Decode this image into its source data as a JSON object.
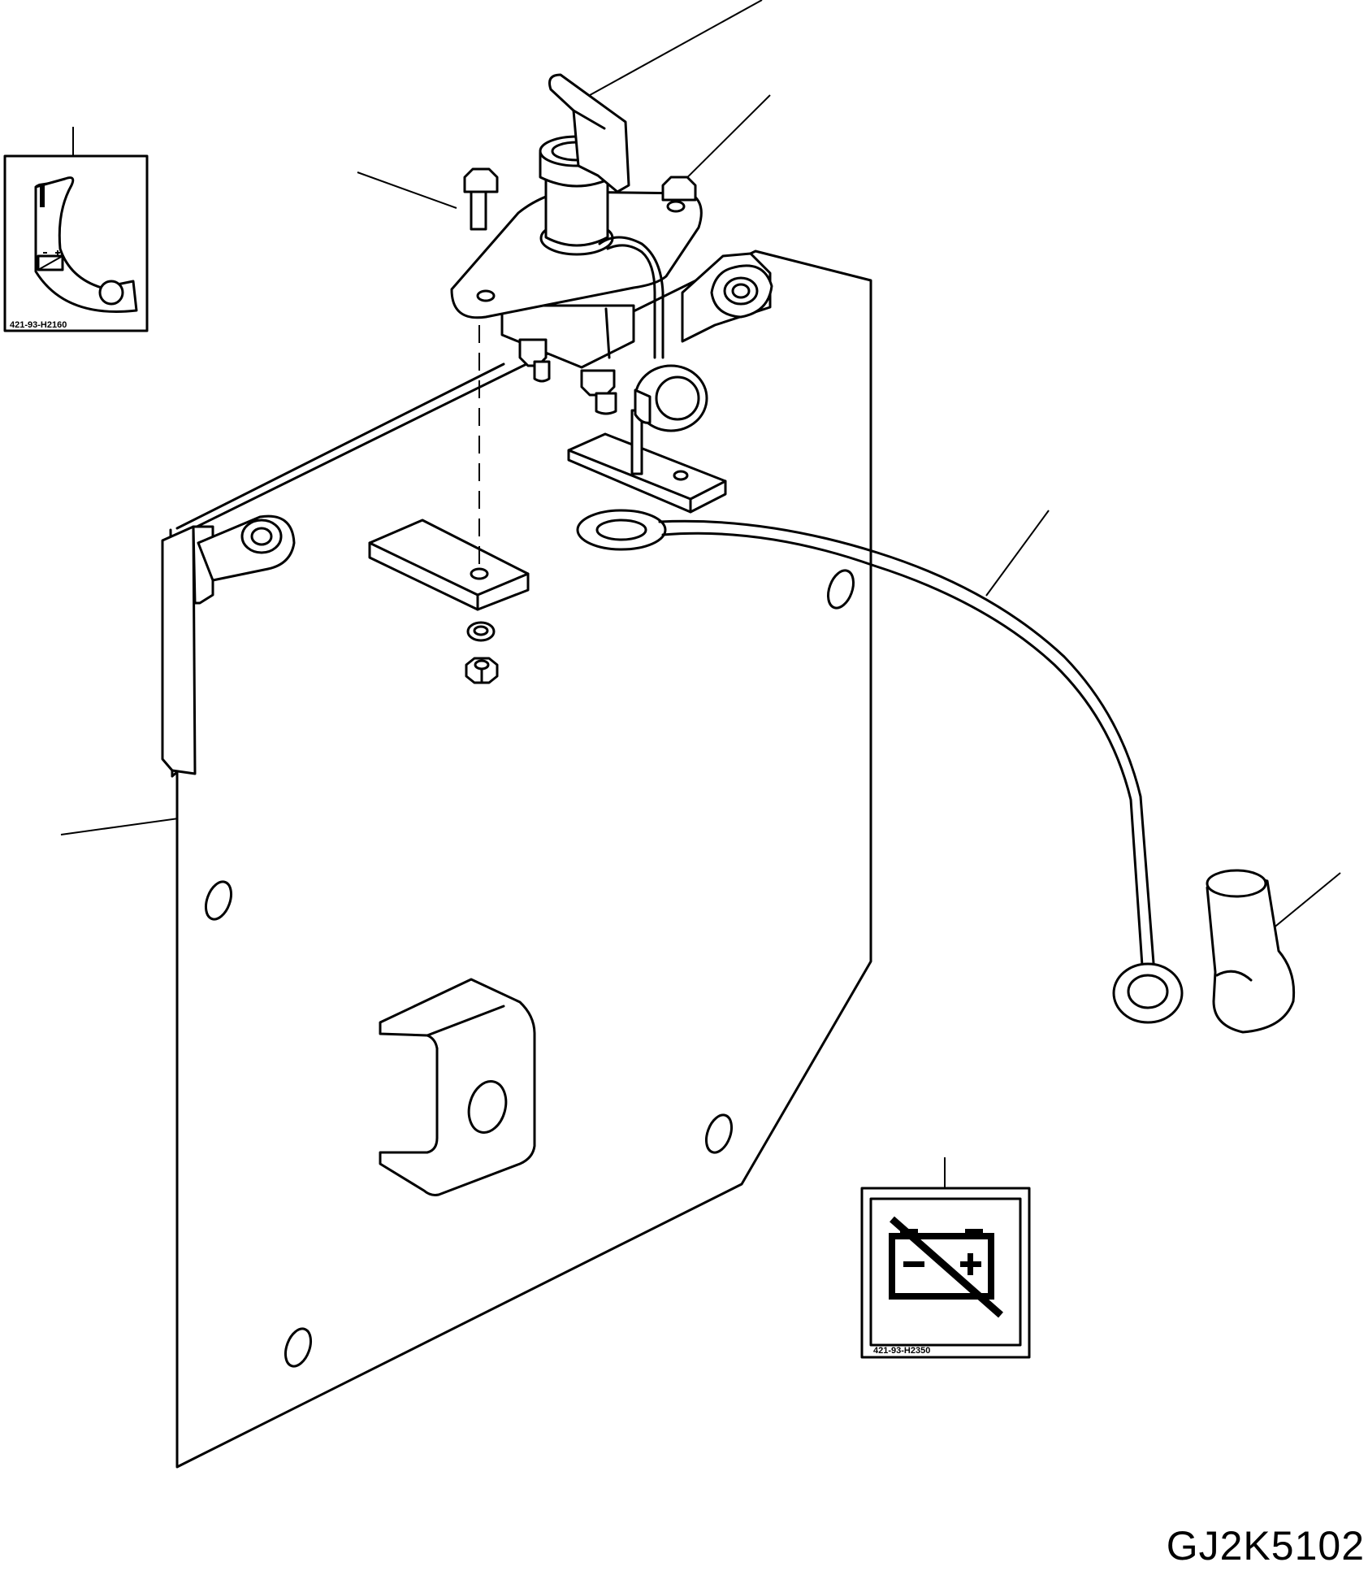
{
  "drawing_code": "GJ2K5102",
  "decals": [
    {
      "id": "switch-position-decal",
      "code": "421-93-H2160",
      "on_label": "I",
      "off_label": "O"
    },
    {
      "id": "battery-disconnect-decal",
      "code": "421-93-H2350"
    }
  ]
}
